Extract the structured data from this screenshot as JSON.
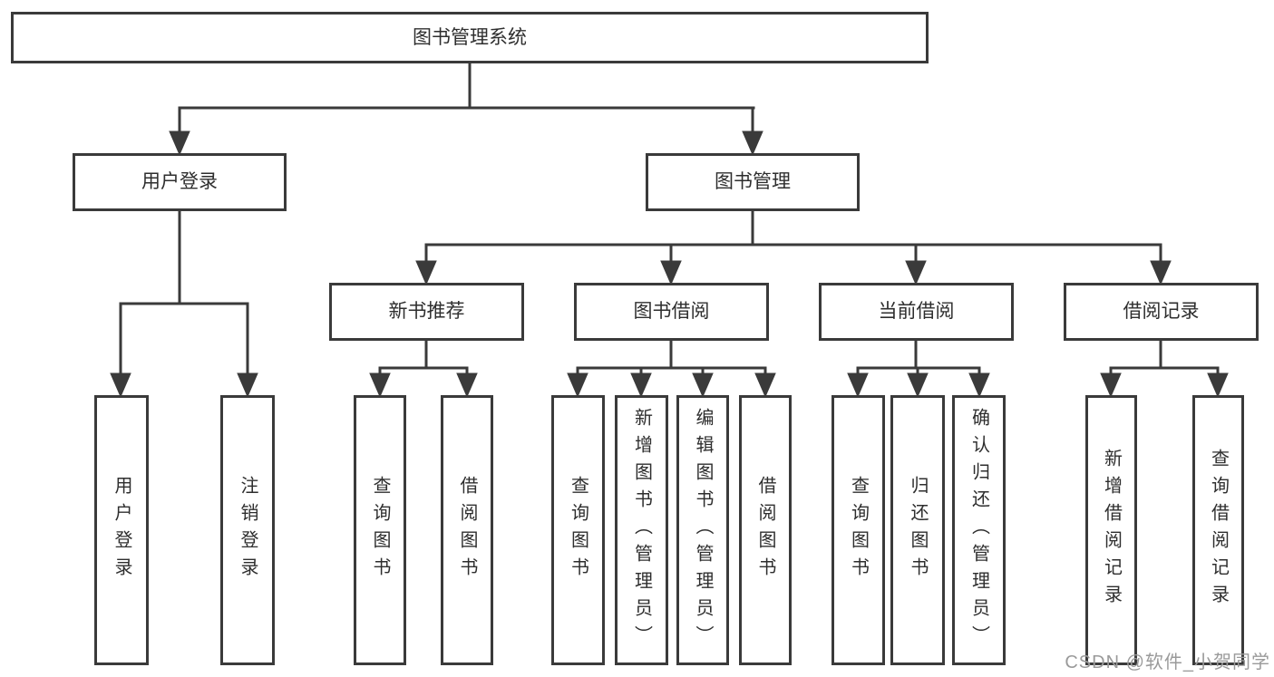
{
  "diagram": {
    "root": {
      "label": "图书管理系统"
    },
    "branches": [
      {
        "label": "用户登录",
        "children": [
          {
            "label": "用户登录"
          },
          {
            "label": "注销登录"
          }
        ]
      },
      {
        "label": "图书管理",
        "children": [
          {
            "label": "新书推荐",
            "children": [
              {
                "label": "查询图书"
              },
              {
                "label": "借阅图书"
              }
            ]
          },
          {
            "label": "图书借阅",
            "children": [
              {
                "label": "查询图书"
              },
              {
                "label": "新增图书（管理员）"
              },
              {
                "label": "编辑图书（管理员）"
              },
              {
                "label": "借阅图书"
              }
            ]
          },
          {
            "label": "当前借阅",
            "children": [
              {
                "label": "查询图书"
              },
              {
                "label": "归还图书"
              },
              {
                "label": "确认归还（管理员）"
              }
            ]
          },
          {
            "label": "借阅记录",
            "children": [
              {
                "label": "新增借阅记录"
              },
              {
                "label": "查询借阅记录"
              }
            ]
          }
        ]
      }
    ]
  },
  "watermark": {
    "text": "CSDN @软件_小贺同学"
  },
  "colors": {
    "line": "#3a3a3a",
    "text": "#2e2e2e",
    "watermark": "#9a9a9a",
    "background": "#ffffff"
  }
}
